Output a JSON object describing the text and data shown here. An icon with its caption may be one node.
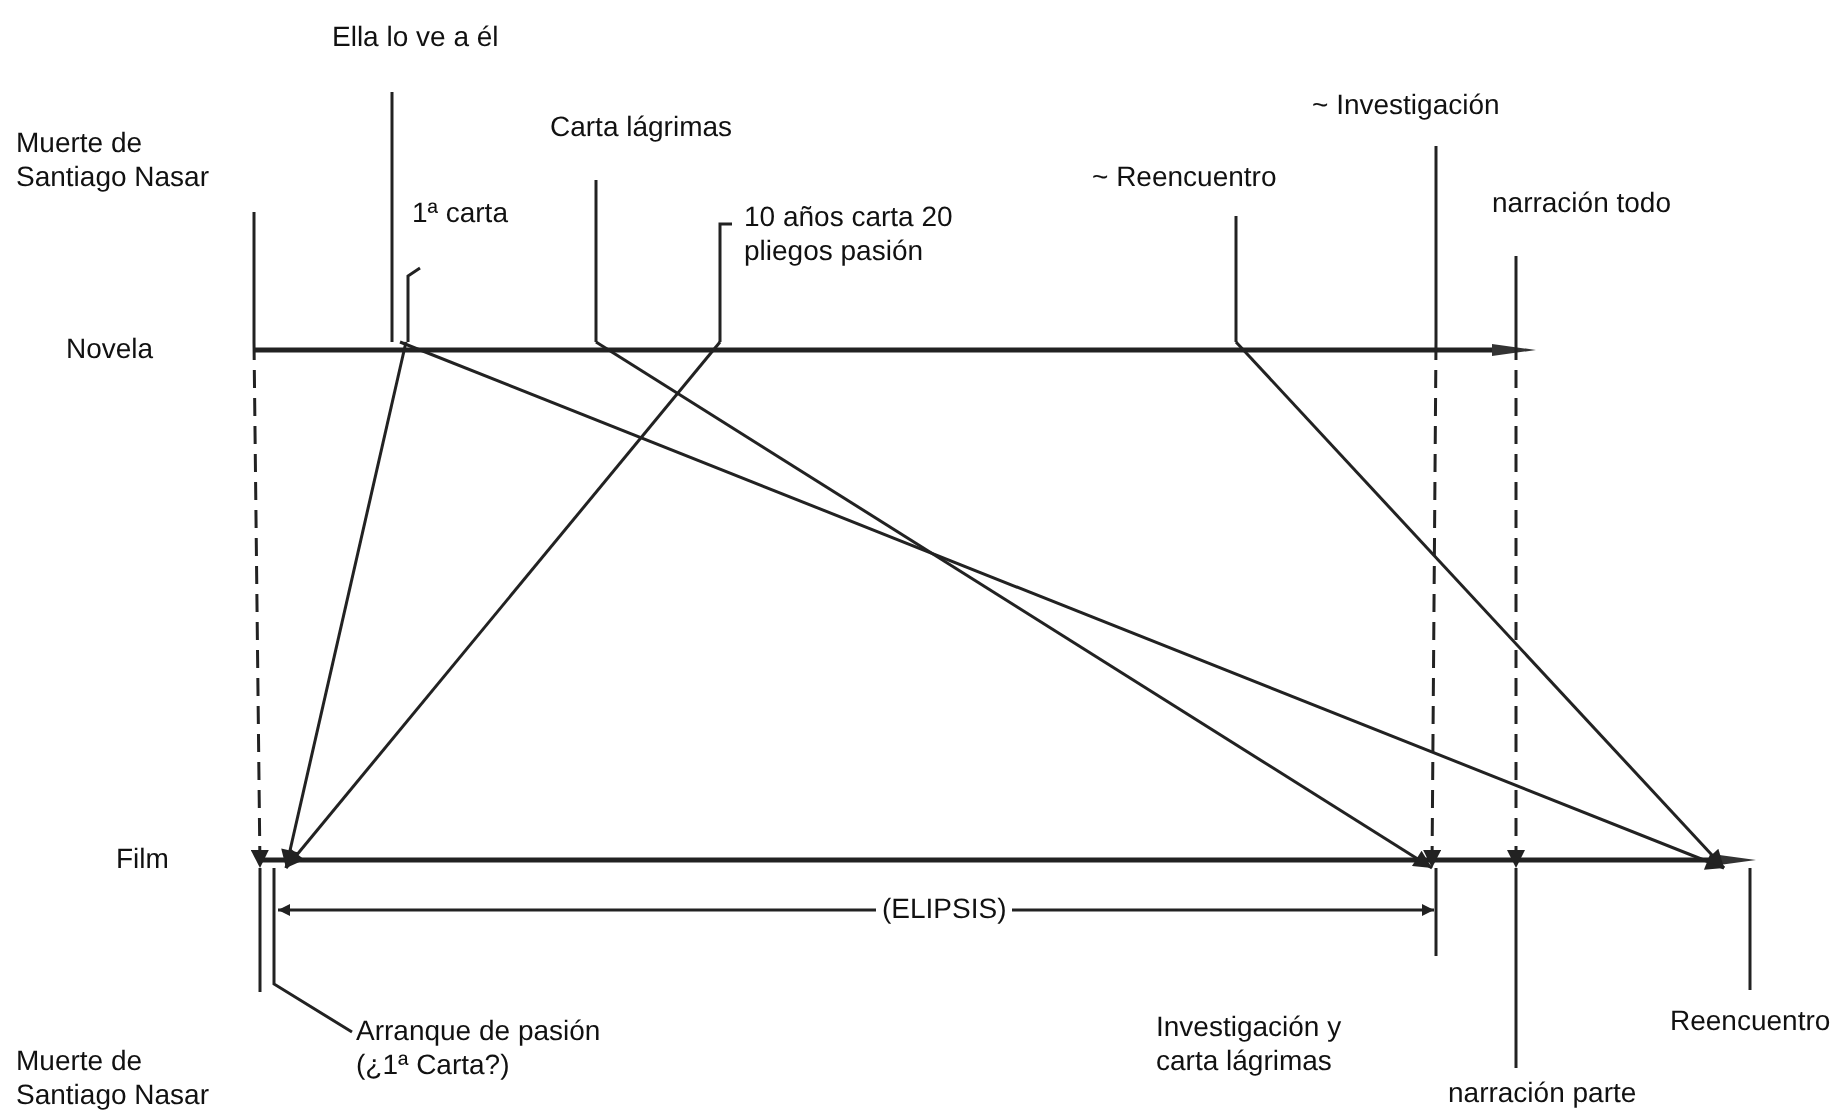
{
  "diagram": {
    "nodes": [
      {
        "text": [
          "Muerte de Santiago Nasar"
        ]
      },
      {
        "text": [
          "Ella lo ve a él"
        ]
      },
      {
        "text": [
          "1ª carta"
        ]
      },
      {
        "text": [
          "Carta lágrimas"
        ]
      },
      {
        "text": [
          "10 años carta 20 pliegos pasión"
        ]
      },
      {
        "text": [
          "~ Reencuentro"
        ]
      },
      {
        "text": [
          "~ Investigación"
        ]
      },
      {
        "text": [
          "narración todo"
        ]
      },
      {
        "text": [
          "Arranque de pasión (¿1ª Carta?)"
        ]
      },
      {
        "text": [
          "Muerte de Santiago Nasar"
        ]
      },
      {
        "text": [
          "Investigación y carta lágrimas"
        ]
      },
      {
        "text": [
          "narración parte"
        ]
      },
      {
        "text": [
          "Reencuentro"
        ]
      },
      {
        "text": [],
        "shape": "bar"
      },
      {
        "text": [],
        "shape": "bar"
      }
    ],
    "edges": [
      {
        "from": 0,
        "to": 9,
        "arrow": "to",
        "style": "dashed"
      },
      {
        "from": 2,
        "to": 8,
        "arrow": "to"
      },
      {
        "from": 4,
        "to": 8,
        "arrow": "to"
      },
      {
        "from": 1,
        "to": 12,
        "arrow": "to"
      },
      {
        "from": 3,
        "to": 10,
        "arrow": "to"
      },
      {
        "from": 5,
        "to": 12,
        "arrow": "to"
      },
      {
        "from": 6,
        "to": 10,
        "arrow": "to",
        "style": "dashed"
      },
      {
        "from": 7,
        "to": 11,
        "arrow": "to",
        "style": "dashed"
      },
      {
        "from": 8,
        "to": 10,
        "arrow": "both",
        "label": "(ELIPSIS)"
      }
    ],
    "labels": [
      "Novela",
      "Film"
    ]
  }
}
